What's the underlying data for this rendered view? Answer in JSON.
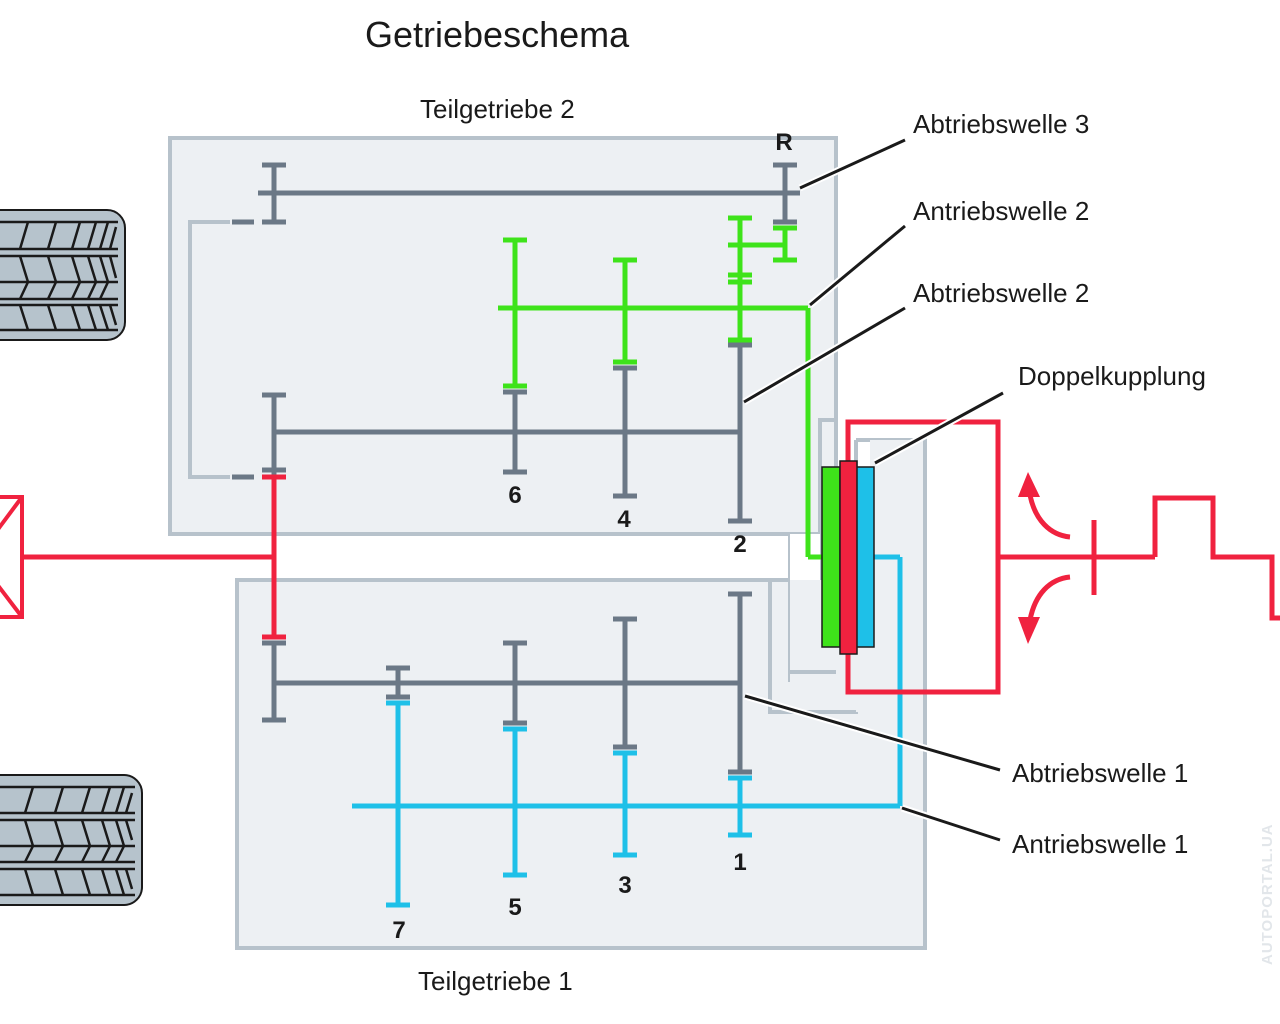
{
  "title": "Getriebeschema",
  "labels": {
    "teilgetriebe_2": "Teilgetriebe 2",
    "teilgetriebe_1": "Teilgetriebe 1",
    "abtriebswelle_3": "Abtriebswelle 3",
    "antriebswelle_2": "Antriebswelle 2",
    "abtriebswelle_2": "Abtriebswelle 2",
    "doppelkupplung": "Doppelkupplung",
    "abtriebswelle_1": "Abtriebswelle 1",
    "antriebswelle_1": "Antriebswelle 1"
  },
  "gears": {
    "reverse": "R",
    "g1": "1",
    "g2": "2",
    "g3": "3",
    "g4": "4",
    "g5": "5",
    "g6": "6",
    "g7": "7"
  },
  "watermark": "AUTOPORTAL.UA",
  "colors": {
    "shaft_gray": "#6b7886",
    "housing": "#b7c2cb",
    "housing_fill": "#edf0f3",
    "green": "#3ee31a",
    "red": "#f0223f",
    "cyan": "#1ec0e8",
    "tire": "#b6c3cc"
  }
}
